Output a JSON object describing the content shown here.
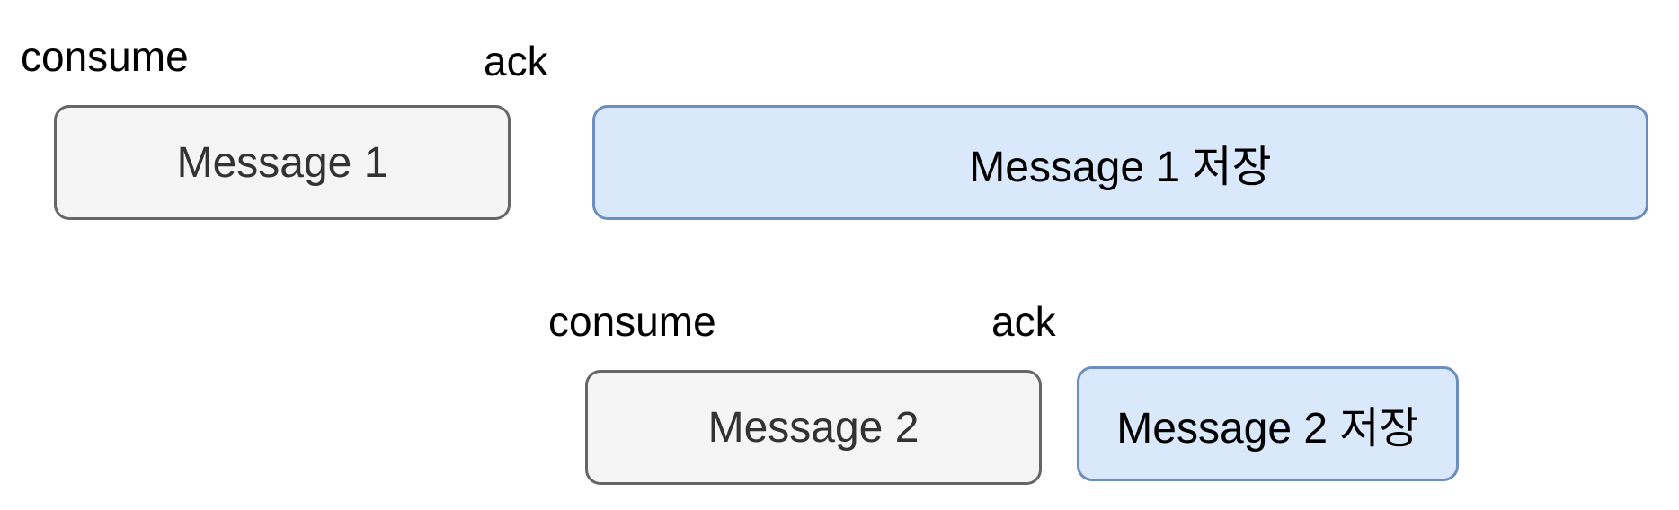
{
  "row1": {
    "consume_label": "consume",
    "ack_label": "ack",
    "message_box": "Message 1",
    "store_box": "Message 1 저장"
  },
  "row2": {
    "consume_label": "consume",
    "ack_label": "ack",
    "message_box": "Message 2",
    "store_box": "Message 2 저장"
  },
  "colors": {
    "message_fill": "#f5f5f5",
    "message_stroke": "#666666",
    "store_fill": "#dae8fc",
    "store_stroke": "#6c8ebf"
  }
}
